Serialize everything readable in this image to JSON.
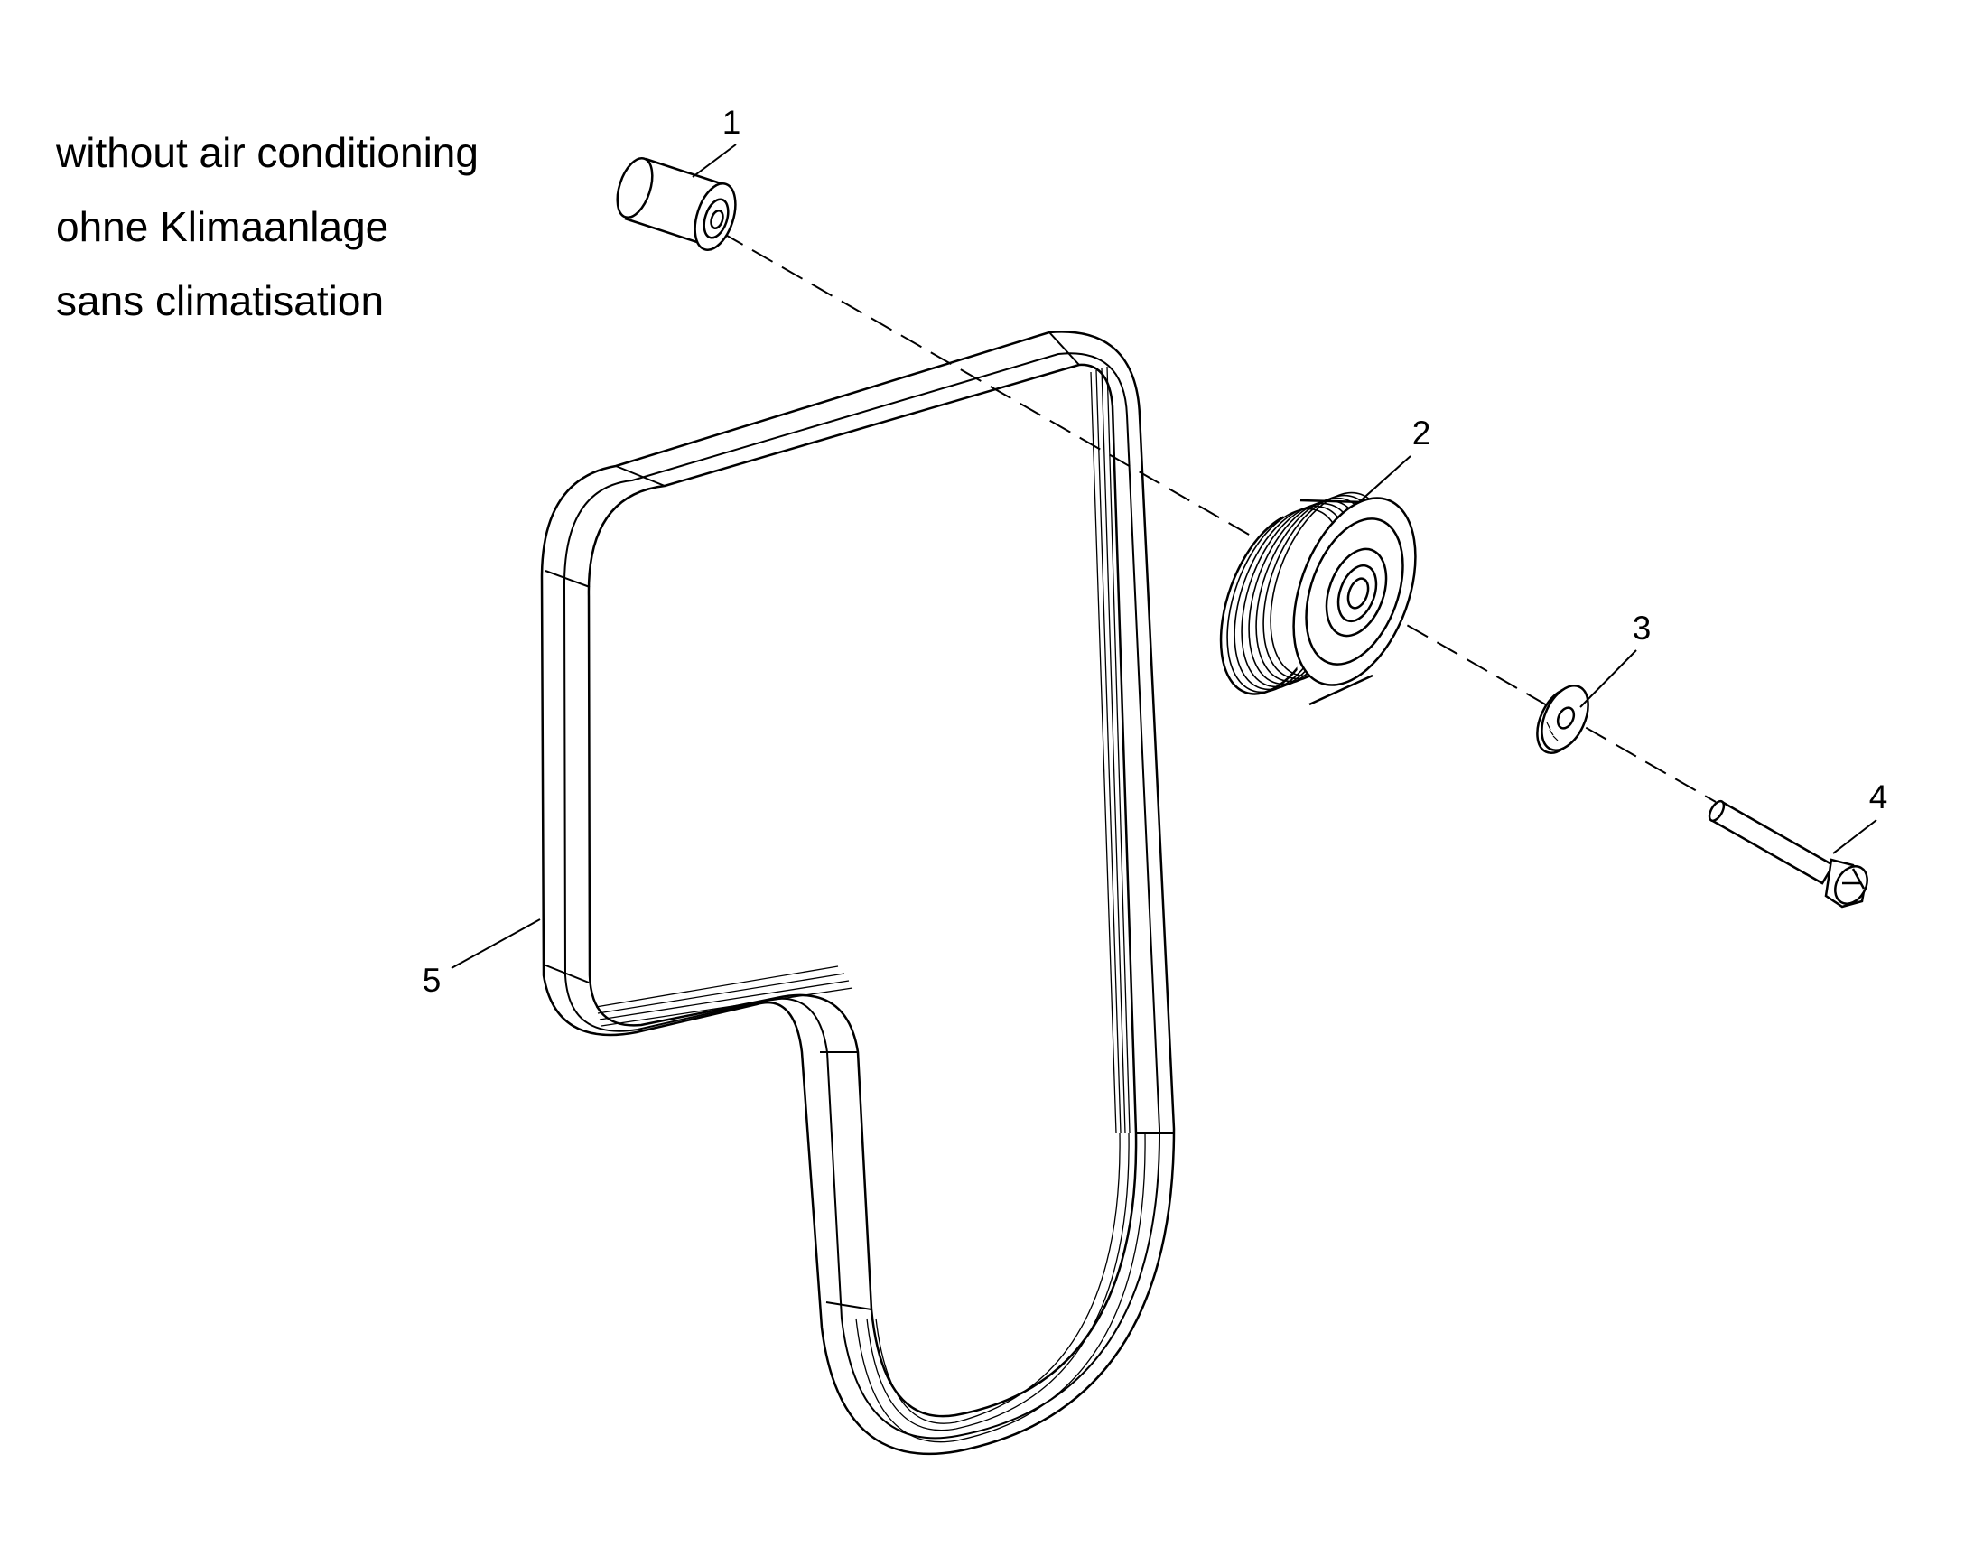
{
  "notes": [
    "without air conditioning",
    "ohne Klimaanlage",
    "sans climatisation"
  ],
  "callouts": [
    {
      "id": "1",
      "part": "spacer"
    },
    {
      "id": "2",
      "part": "idler-pulley"
    },
    {
      "id": "3",
      "part": "washer"
    },
    {
      "id": "4",
      "part": "bolt"
    },
    {
      "id": "5",
      "part": "drive-belt"
    }
  ],
  "colors": {
    "line": "#000000",
    "background": "#ffffff"
  }
}
